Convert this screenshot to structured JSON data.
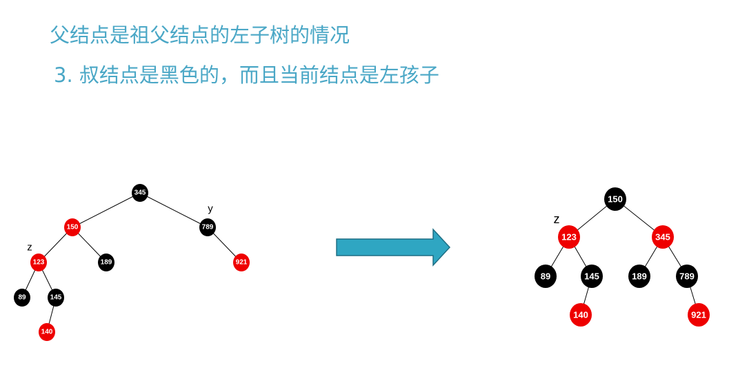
{
  "header": {
    "line1": "父结点是祖父结点的左子树的情况",
    "line2": "3. 叔结点是黑色的，而且当前结点是左孩子"
  },
  "colors": {
    "title": "#4aa7c6",
    "black_node": "#000000",
    "red_node": "#ee0000",
    "arrow_fill": "#2fa6c2",
    "arrow_stroke": "#1f6f84",
    "edge": "#000000"
  },
  "before_tree": {
    "nodes": [
      {
        "id": "n345",
        "label": "345",
        "color": "black"
      },
      {
        "id": "n150",
        "label": "150",
        "color": "red"
      },
      {
        "id": "n789",
        "label": "789",
        "color": "black",
        "tag": "y"
      },
      {
        "id": "n123",
        "label": "123",
        "color": "red",
        "tag": "z"
      },
      {
        "id": "n189",
        "label": "189",
        "color": "black"
      },
      {
        "id": "n921",
        "label": "921",
        "color": "red"
      },
      {
        "id": "n89",
        "label": "89",
        "color": "black"
      },
      {
        "id": "n145",
        "label": "145",
        "color": "black"
      },
      {
        "id": "n140",
        "label": "140",
        "color": "red"
      }
    ],
    "edges": [
      [
        "n345",
        "n150"
      ],
      [
        "n345",
        "n789"
      ],
      [
        "n150",
        "n123"
      ],
      [
        "n150",
        "n189"
      ],
      [
        "n789",
        "n921"
      ],
      [
        "n123",
        "n89"
      ],
      [
        "n123",
        "n145"
      ],
      [
        "n145",
        "n140"
      ]
    ]
  },
  "transform_arrow": {
    "icon": "right-arrow-icon"
  },
  "after_tree": {
    "nodes": [
      {
        "id": "m150",
        "label": "150",
        "color": "black"
      },
      {
        "id": "m123",
        "label": "123",
        "color": "red",
        "tag": "z"
      },
      {
        "id": "m345",
        "label": "345",
        "color": "red"
      },
      {
        "id": "m89",
        "label": "89",
        "color": "black"
      },
      {
        "id": "m145",
        "label": "145",
        "color": "black"
      },
      {
        "id": "m189",
        "label": "189",
        "color": "black"
      },
      {
        "id": "m789",
        "label": "789",
        "color": "black"
      },
      {
        "id": "m140",
        "label": "140",
        "color": "red"
      },
      {
        "id": "m921",
        "label": "921",
        "color": "red"
      }
    ],
    "edges": [
      [
        "m150",
        "m123"
      ],
      [
        "m150",
        "m345"
      ],
      [
        "m123",
        "m89"
      ],
      [
        "m123",
        "m145"
      ],
      [
        "m345",
        "m189"
      ],
      [
        "m345",
        "m789"
      ],
      [
        "m145",
        "m140"
      ],
      [
        "m789",
        "m921"
      ]
    ]
  }
}
